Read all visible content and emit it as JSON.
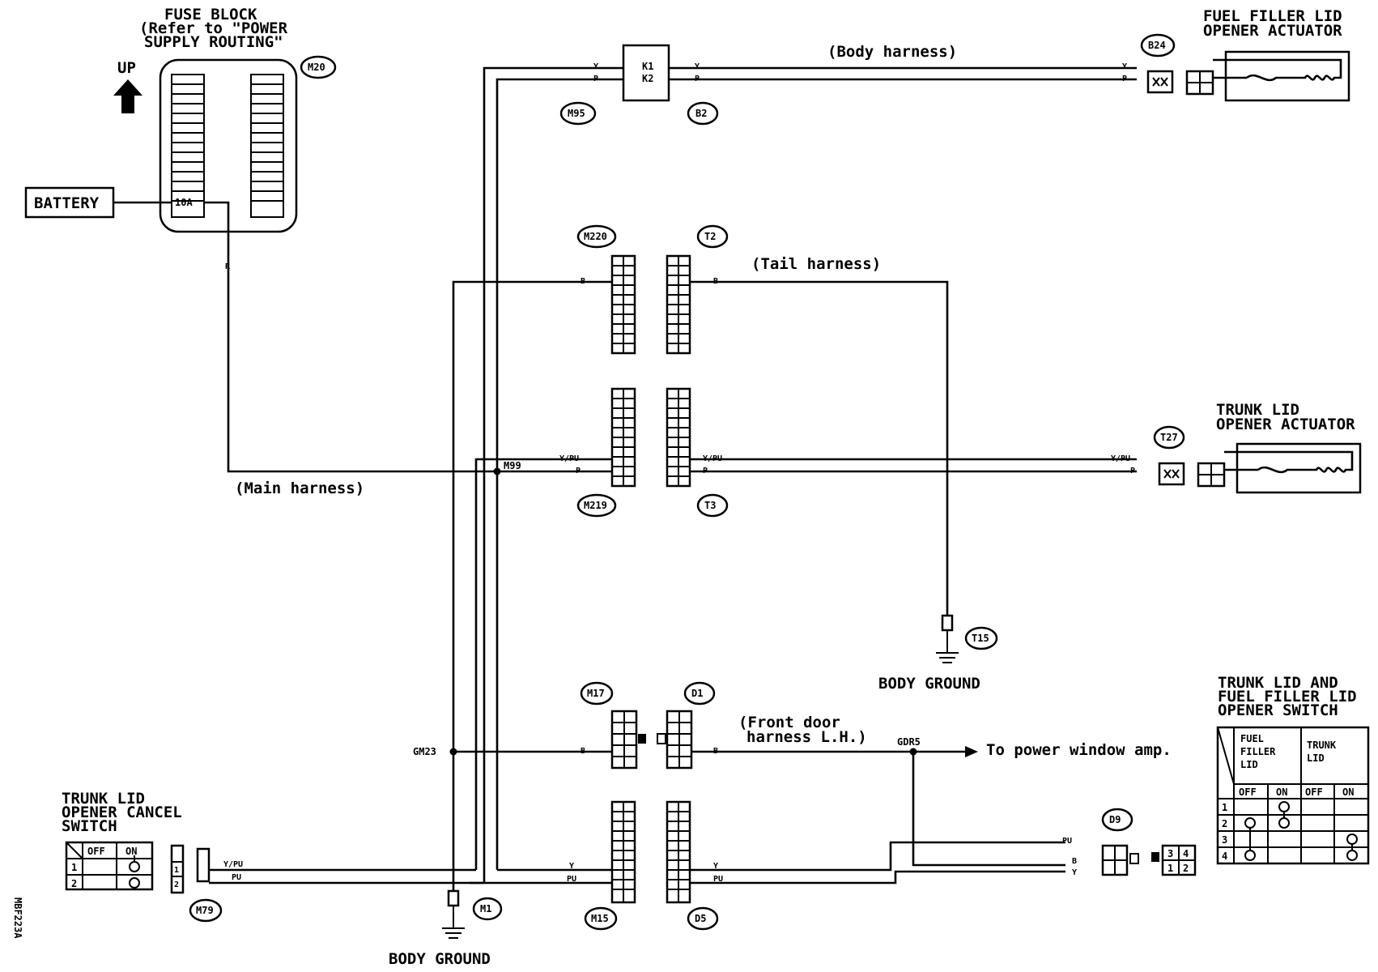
{
  "fuse_block": {
    "title_line1": "FUSE BLOCK",
    "title_line2": "(Refer to \"POWER",
    "title_line3": "SUPPLY ROUTING\"",
    "connector": "M20",
    "fuse": "10A",
    "up_label": "UP"
  },
  "battery": "BATTERY",
  "harnesses": {
    "body": "(Body harness)",
    "tail": "(Tail harness)",
    "main": "(Main harness)",
    "front_door_1": "(Front door",
    "front_door_2": "harness L.H.)"
  },
  "connectors": {
    "m95": "M95",
    "b2": "B2",
    "b24": "B24",
    "m220": "M220",
    "t2": "T2",
    "m219": "M219",
    "t3": "T3",
    "t27": "T27",
    "t15": "T15",
    "m17": "M17",
    "d1": "D1",
    "m15": "M15",
    "d5": "D5",
    "d9": "D9",
    "m1": "M1",
    "m79": "M79"
  },
  "relay": {
    "k1": "K1",
    "k2": "K2"
  },
  "wire_colors": {
    "y": "Y",
    "p": "P",
    "b": "B",
    "ypu": "Y/PU",
    "pu": "PU",
    "r": "R"
  },
  "splices": {
    "m99": "M99",
    "gm23": "GM23",
    "gdr5": "GDR5"
  },
  "fuel_actuator": {
    "line1": "FUEL FILLER LID",
    "line2": "OPENER ACTUATOR"
  },
  "trunk_actuator": {
    "line1": "TRUNK LID",
    "line2": "OPENER ACTUATOR"
  },
  "body_ground": "BODY GROUND",
  "power_window": "To power window amp.",
  "cancel_switch": {
    "line1": "TRUNK LID",
    "line2": "OPENER CANCEL",
    "line3": "SWITCH",
    "off": "OFF",
    "on": "ON",
    "row1": "1",
    "row2": "2"
  },
  "opener_switch": {
    "line1": "TRUNK LID AND",
    "line2": "FUEL FILLER LID",
    "line3": "OPENER SWITCH",
    "fuel_1": "FUEL",
    "fuel_2": "FILLER",
    "fuel_3": "LID",
    "trunk_1": "TRUNK",
    "trunk_2": "LID",
    "off": "OFF",
    "on": "ON",
    "rows": [
      "1",
      "2",
      "3",
      "4"
    ]
  },
  "d9_pins": [
    "3",
    "4",
    "1",
    "2"
  ],
  "figure_code": "MBF223A"
}
